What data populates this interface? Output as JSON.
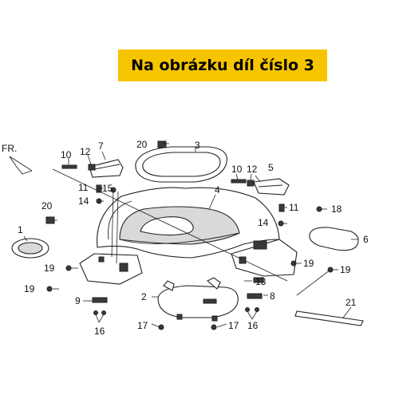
{
  "banner": {
    "text": "Na obrázku díl číslo 3",
    "color": "#f7c500"
  },
  "direction_label": "FR.",
  "callouts": {
    "c1": "1",
    "c2": "2",
    "c3": "3",
    "c4": "4",
    "c5": "5",
    "c6": "6",
    "c7": "7",
    "c8": "8",
    "c9": "9",
    "c10a": "10",
    "c10b": "10",
    "c11a": "11",
    "c11b": "11",
    "c12a": "12",
    "c12b": "12",
    "c13": "13",
    "c14a": "14",
    "c14b": "14",
    "c15": "15",
    "c16a": "16",
    "c16b": "16",
    "c17a": "17",
    "c17b": "17",
    "c18": "18",
    "c19a": "19",
    "c19b": "19",
    "c19c": "19",
    "c19d": "19",
    "c20a": "20",
    "c20b": "20",
    "c21": "21"
  }
}
